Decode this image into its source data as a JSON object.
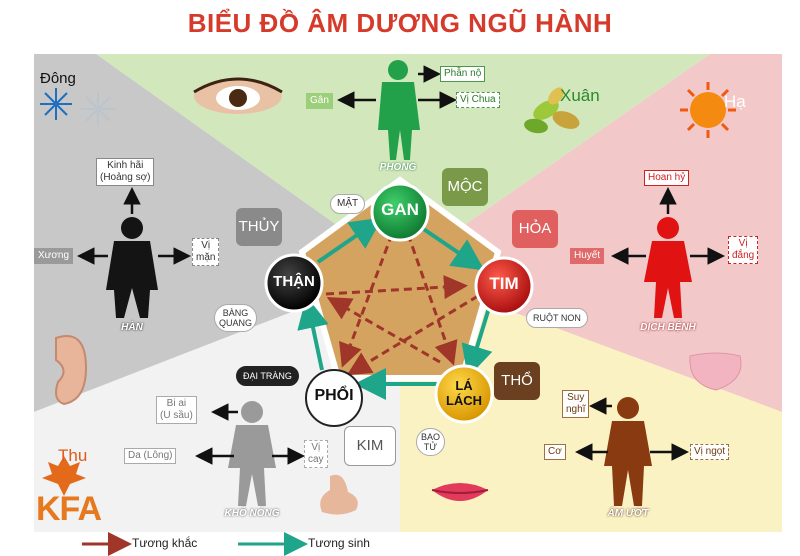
{
  "title": "BIỂU ĐỒ ÂM DƯƠNG NGŨ HÀNH",
  "seasons": {
    "dong": "Đông",
    "xuan": "Xuân",
    "ha": "Hạ",
    "thu": "Thu"
  },
  "elements": {
    "moc": "MỘC",
    "hoa": "HỎA",
    "thuy": "THỦY",
    "tho": "THỔ",
    "kim": "KIM"
  },
  "organs": {
    "gan": "GAN",
    "tim": "TIM",
    "than": "THẬN",
    "phoi": "PHỔI",
    "la_lach_1": "LÁ",
    "la_lach_2": "LÁCH"
  },
  "paired": {
    "mat": "MẬT",
    "ruot_non": "RUỘT NON",
    "bang_quang_1": "BÀNG",
    "bang_quang_2": "QUANG",
    "dai_trang": "ĐẠI TRÀNG",
    "bao_tu_1": "BAO",
    "bao_tu_2": "TỬ"
  },
  "figures": {
    "phong": "PHONG",
    "han": "HÀN",
    "dich_benh": "DỊCH BỆNH",
    "kho_nong": "KHÔ NÓNG",
    "am_uot": "ẨM ƯỚT"
  },
  "wood": {
    "emotion": "Phẫn nộ",
    "tissue": "Gân",
    "taste": "Vị Chua"
  },
  "fire": {
    "emotion": "Hoan hỷ",
    "tissue": "Huyết",
    "taste_1": "Vị",
    "taste_2": "đắng"
  },
  "water": {
    "emotion_1": "Kinh hãi",
    "emotion_2": "(Hoảng sợ)",
    "tissue": "Xương",
    "taste_1": "Vị",
    "taste_2": "mặn"
  },
  "metal": {
    "emotion_1": "Bi ai",
    "emotion_2": "(U sầu)",
    "tissue": "Da (Lông)",
    "taste_1": "Vị",
    "taste_2": "cay"
  },
  "earth": {
    "emotion_1": "Suy",
    "emotion_2": "nghĩ",
    "tissue": "Cơ",
    "taste": "Vị ngọt"
  },
  "legend": {
    "khac": "Tương khắc",
    "sinh": "Tương sinh"
  },
  "logo": "KFA",
  "colors": {
    "title": "#d63a2a",
    "gray_sector": "#c8c8c8",
    "green_sector": "#d2e8bc",
    "pink_sector": "#f3c8c8",
    "yellow_sector": "#fbf2c3",
    "white_sector": "#f2f2f2",
    "center": "#d4a35f",
    "khac_arrow": "#a0352a",
    "sinh_arrow": "#1fa58a",
    "gan": "#1aa34a",
    "tim": "#e01a1a",
    "than": "#111111",
    "phoi": "#ffffff",
    "la_lach": "#f2b705"
  },
  "icons": [
    "snowflake-icon",
    "sun-icon",
    "leaves-icon",
    "maple-leaf-icon",
    "eye-icon",
    "ear-icon",
    "lips-icon",
    "nose-icon",
    "tongue-icon"
  ]
}
